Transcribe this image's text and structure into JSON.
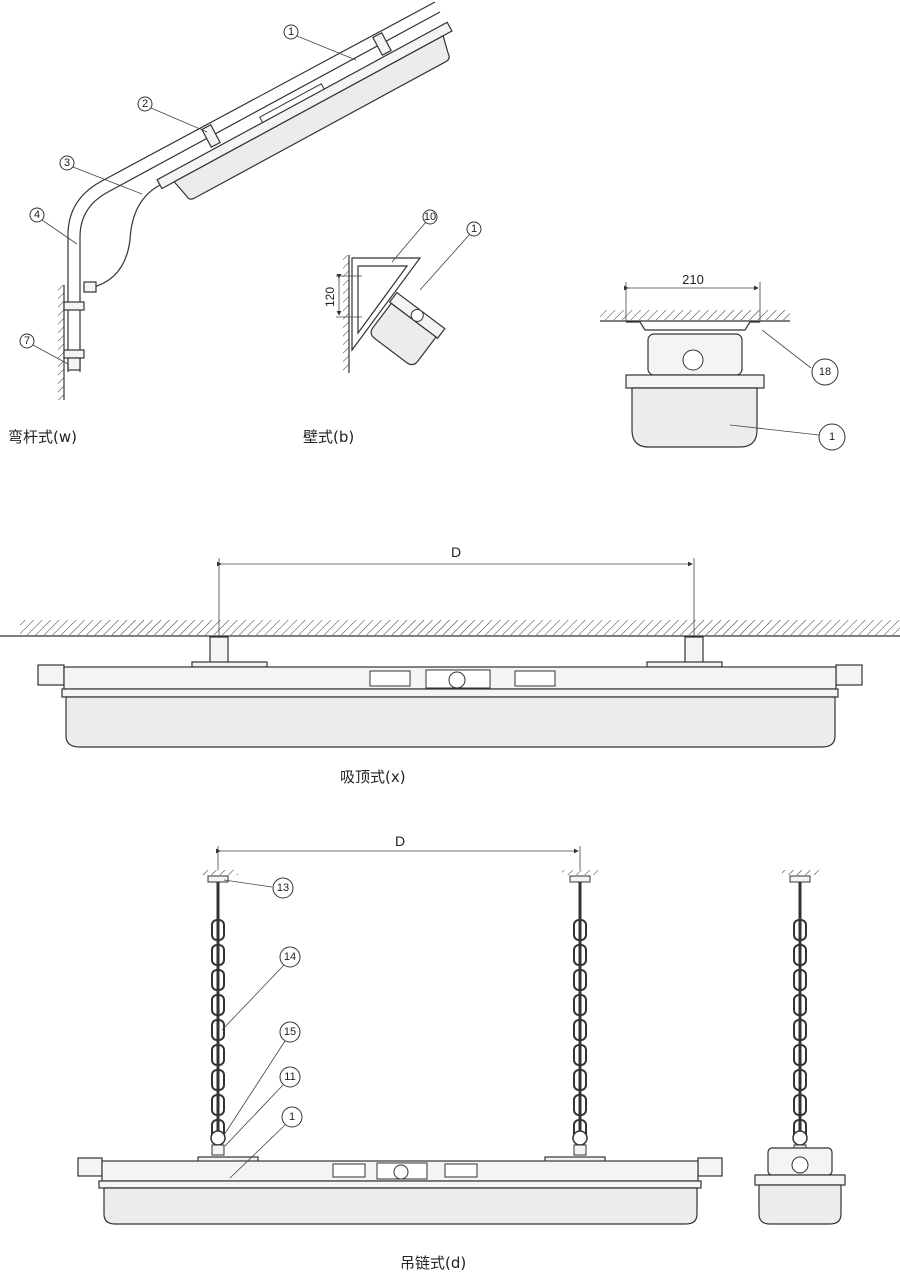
{
  "title": "Lamp installation methods",
  "views": {
    "bent_pole": {
      "caption": "弯杆式(w)",
      "callouts": [
        "1",
        "2",
        "3",
        "4",
        "7"
      ]
    },
    "wall": {
      "caption": "壁式(b)",
      "dimension": "120",
      "callouts": [
        "10",
        "1"
      ]
    },
    "ceiling_side": {
      "dimension": "210",
      "callouts": [
        "18",
        "1"
      ]
    },
    "ceiling": {
      "caption": "吸顶式(x)",
      "dimension": "D"
    },
    "chain": {
      "caption": "吊链式(d)",
      "dimension": "D",
      "callouts": [
        "13",
        "14",
        "15",
        "11",
        "1"
      ]
    }
  }
}
